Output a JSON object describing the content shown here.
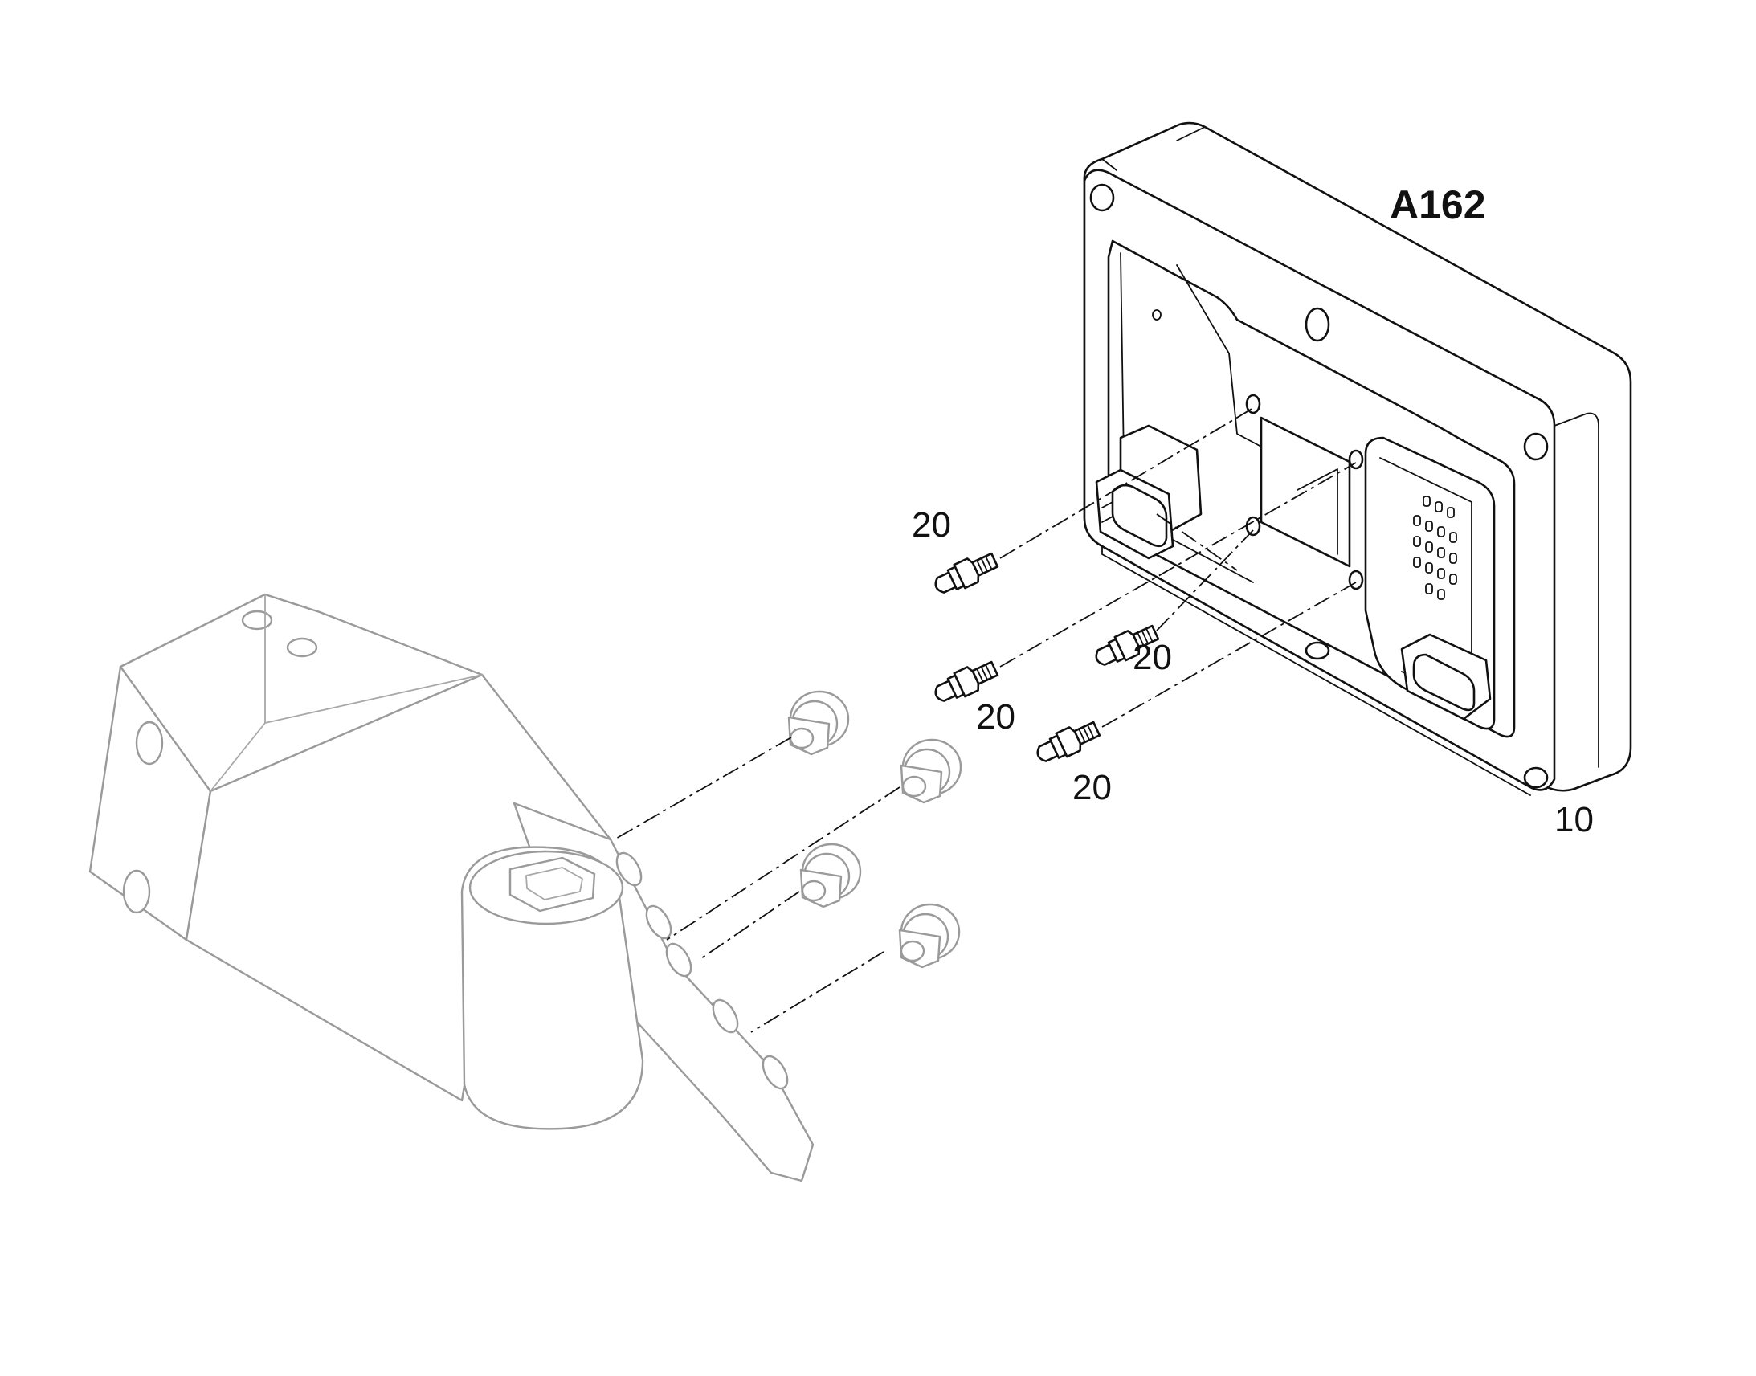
{
  "assembly_label": "A162",
  "callouts": {
    "display_unit": "10",
    "stud_upper_left": "20",
    "stud_right": "20",
    "stud_middle": "20",
    "stud_lower": "20"
  }
}
